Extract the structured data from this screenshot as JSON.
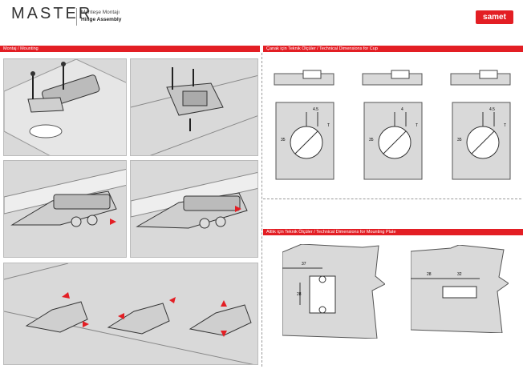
{
  "header": {
    "brand": "MASTER",
    "subtitle_tr": "Menteşe Montajı",
    "subtitle_en": "Hinge Assembly",
    "logo": "samet"
  },
  "sections": {
    "mounting": "Montaj / Mounting",
    "cup_dimensions": "Çanak için Teknik Ölçüler / Technical Dimensions for Cup",
    "plate_dimensions": "Altlık için Teknik Ölçüler / Technical Dimensions for Mounting Plate"
  },
  "cup_labels": [
    {
      "depth": "4.5",
      "offset": "T",
      "diameter": "35"
    },
    {
      "depth": "4",
      "offset": "T",
      "diameter": "35"
    },
    {
      "depth": "4.5",
      "offset": "T",
      "diameter": "35"
    }
  ],
  "plate_labels": {
    "left_width": "37",
    "left_height": "28",
    "right_a": "28",
    "right_b": "32"
  },
  "colors": {
    "accent": "#e31e24",
    "panel": "#d9d9d9"
  }
}
